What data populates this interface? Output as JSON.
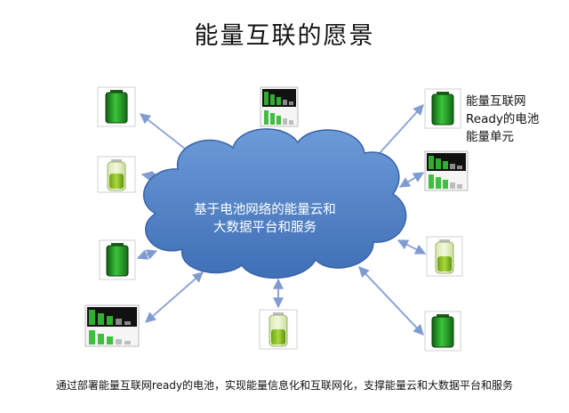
{
  "title": "能量互联的愿景",
  "cloud": {
    "line1": "基于电池网络的能量云和",
    "line2": "大数据平台和服务"
  },
  "side_label": [
    "能量互联网",
    "Ready的电池",
    "能量单元"
  ],
  "caption": "通过部署能量互联网ready的电池，实现能量信息化和互联网化，支撑能量云和大数据平台和服务",
  "colors": {
    "battery_green": "#2fae2f",
    "cloud_fill": "#4f83c9",
    "arrow": "#8fa7d6"
  }
}
